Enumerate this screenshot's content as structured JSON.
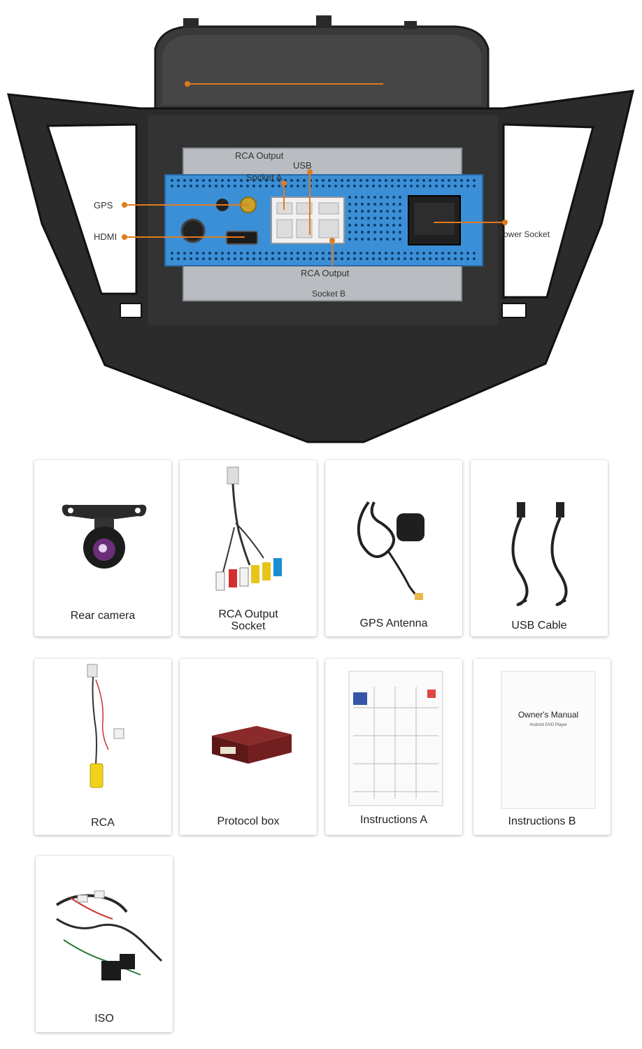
{
  "diagram": {
    "callouts": {
      "gps": "GPS",
      "hdmi": "HDMI",
      "rca_output_socket_a_line1": "RCA Output",
      "rca_output_socket_a_line2": "Socket A",
      "usb": "USB",
      "power_socket": "Power Socket",
      "rca_output_socket_b_line1": "RCA Output",
      "rca_output_socket_b_line2": "Socket B"
    },
    "colors": {
      "callout_line": "#e07a1f",
      "unit_blue": "#3b8fd6",
      "frame_black": "#2b2b2b",
      "plate_silver": "#b9bcc0"
    }
  },
  "accessories": [
    {
      "label": "Rear camera",
      "icon": "rear-camera-icon"
    },
    {
      "label": "RCA Output\nSocket",
      "icon": "rca-output-cable-icon"
    },
    {
      "label": "GPS Antenna",
      "icon": "gps-antenna-icon"
    },
    {
      "label": "USB Cable",
      "icon": "usb-cable-icon"
    },
    {
      "label": "RCA",
      "icon": "rca-cable-icon"
    },
    {
      "label": "Protocol box",
      "icon": "protocol-box-icon"
    },
    {
      "label": "Instructions A",
      "icon": "instruction-sheet-icon"
    },
    {
      "label": "Instructions B",
      "icon": "manual-booklet-icon"
    },
    {
      "label": "ISO",
      "icon": "iso-harness-icon"
    }
  ],
  "manual": {
    "title": "Owner's Manual",
    "subtitle": "Android DVD Player"
  }
}
